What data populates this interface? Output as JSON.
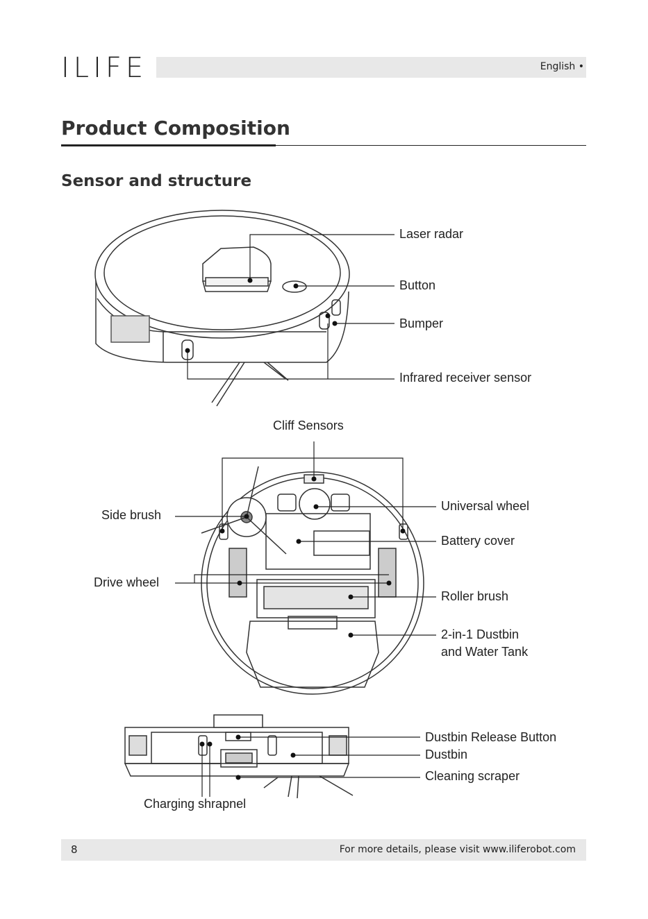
{
  "header": {
    "logo": "ILIFE",
    "language": "English •"
  },
  "page": {
    "title": "Product Composition",
    "section": "Sensor and structure"
  },
  "labels": {
    "laser_radar": "Laser radar",
    "button": "Button",
    "bumper": "Bumper",
    "infrared": "Infrared receiver sensor",
    "cliff": "Cliff Sensors",
    "side_brush": "Side brush",
    "universal_wheel": "Universal wheel",
    "battery_cover": "Battery cover",
    "drive_wheel": "Drive wheel",
    "roller_brush": "Roller brush",
    "dustbin_tank_1": "2-in-1 Dustbin",
    "dustbin_tank_2": "and Water Tank",
    "dustbin_release": "Dustbin Release Button",
    "dustbin": "Dustbin",
    "scraper": "Cleaning scraper",
    "charging": "Charging shrapnel"
  },
  "footer": {
    "page_number": "8",
    "text": "For more details, please visit www.iliferobot.com"
  }
}
